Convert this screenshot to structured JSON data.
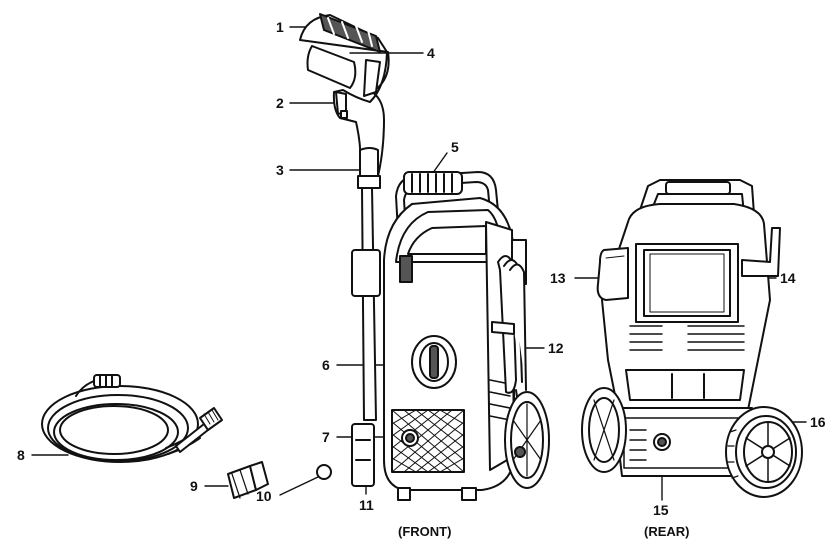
{
  "callouts": {
    "c1": "1",
    "c2": "2",
    "c3": "3",
    "c4": "4",
    "c5": "5",
    "c6": "6",
    "c7": "7",
    "c8": "8",
    "c9": "9",
    "c10": "10",
    "c11": "11",
    "c12": "12",
    "c13": "13",
    "c14": "14",
    "c15": "15",
    "c16": "16"
  },
  "views": {
    "front": "(FRONT)",
    "rear": "(REAR)"
  },
  "colors": {
    "ink": "#111111",
    "paper": "#ffffff",
    "shade": "#d8d8d8",
    "dark": "#555555"
  }
}
